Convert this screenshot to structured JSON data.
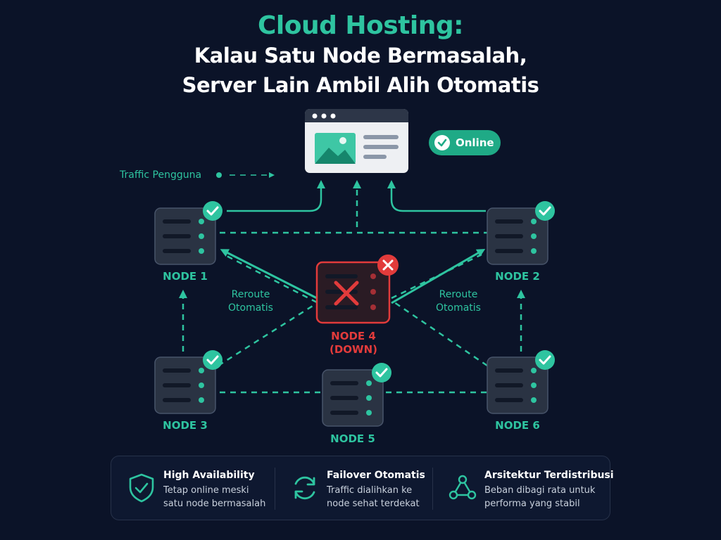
{
  "title": {
    "line1": "Cloud Hosting:",
    "line2": "Kalau Satu Node Bermasalah,",
    "line3": "Server Lain Ambil Alih Otomatis"
  },
  "status_badge": "Online",
  "traffic_label": "Traffic Pengguna",
  "reroute_label_left": [
    "Reroute",
    "Otomatis"
  ],
  "reroute_label_right": [
    "Reroute",
    "Otomatis"
  ],
  "nodes": [
    {
      "id": "node1",
      "label": "NODE 1",
      "status": "ok"
    },
    {
      "id": "node2",
      "label": "NODE 2",
      "status": "ok"
    },
    {
      "id": "node3",
      "label": "NODE 3",
      "status": "ok"
    },
    {
      "id": "node4",
      "label": "NODE 4",
      "sublabel": "(DOWN)",
      "status": "down"
    },
    {
      "id": "node5",
      "label": "NODE 5",
      "status": "ok"
    },
    {
      "id": "node6",
      "label": "NODE 6",
      "status": "ok"
    }
  ],
  "features": [
    {
      "icon": "shield-check-icon",
      "title": "High Availability",
      "desc": [
        "Tetap online meski",
        "satu node bermasalah"
      ]
    },
    {
      "icon": "refresh-icon",
      "title": "Failover Otomatis",
      "desc": [
        "Traffic dialihkan ke",
        "node sehat terdekat"
      ]
    },
    {
      "icon": "network-icon",
      "title": "Arsitektur Terdistribusi",
      "desc": [
        "Beban dibagi rata untuk",
        "performa yang stabil"
      ]
    }
  ],
  "colors": {
    "background": "#0b1328",
    "accent": "#2ec4a0",
    "error": "#e23b3b",
    "node_fill": "#2a3343"
  }
}
